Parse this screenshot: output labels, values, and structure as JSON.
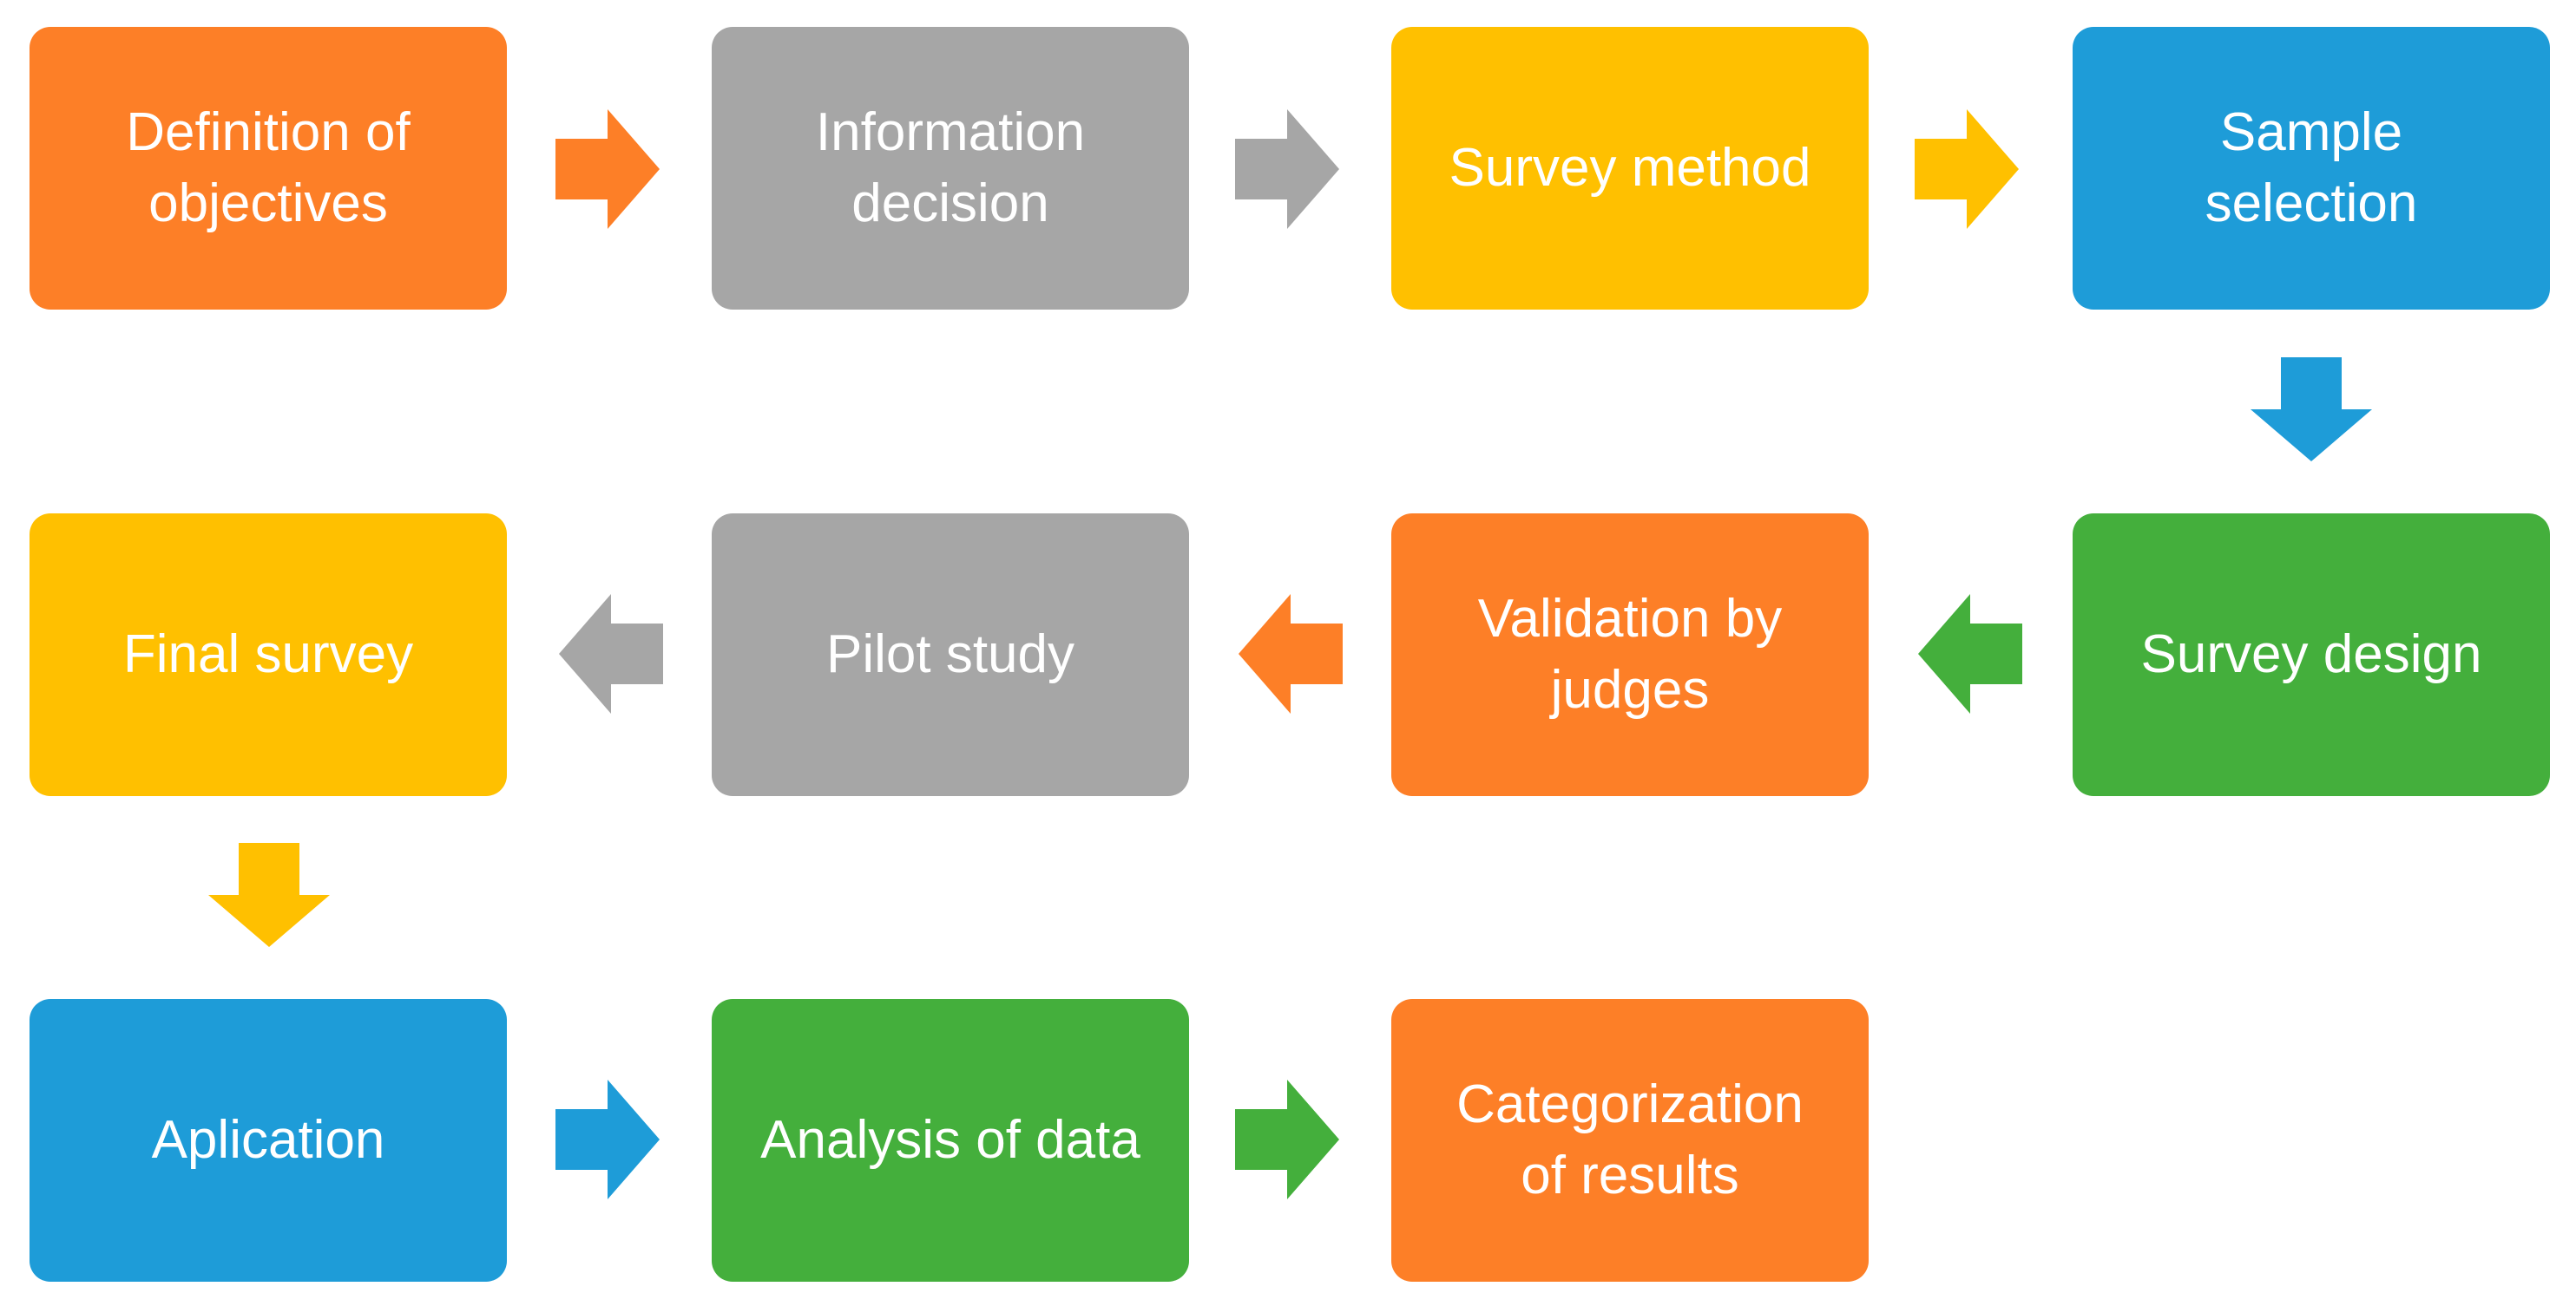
{
  "colors": {
    "orange": "#FD7F27",
    "gray": "#A6A6A6",
    "yellow": "#FFC000",
    "blue": "#1E9CD8",
    "green": "#44AF3C"
  },
  "steps": [
    {
      "label": "Definition of\nobjectives",
      "color": "orange"
    },
    {
      "label": "Information\ndecision",
      "color": "gray"
    },
    {
      "label": "Survey method",
      "color": "yellow"
    },
    {
      "label": "Sample\nselection",
      "color": "blue"
    },
    {
      "label": "Survey design",
      "color": "green"
    },
    {
      "label": "Validation by\njudges",
      "color": "orange"
    },
    {
      "label": "Pilot study",
      "color": "gray"
    },
    {
      "label": "Final survey",
      "color": "yellow"
    },
    {
      "label": "Aplication",
      "color": "blue"
    },
    {
      "label": "Analysis of data",
      "color": "green"
    },
    {
      "label": "Categorization\nof results",
      "color": "orange"
    }
  ],
  "connectors": [
    {
      "from": 1,
      "to": 2,
      "direction": "right",
      "color": "orange"
    },
    {
      "from": 2,
      "to": 3,
      "direction": "right",
      "color": "gray"
    },
    {
      "from": 3,
      "to": 4,
      "direction": "right",
      "color": "yellow"
    },
    {
      "from": 4,
      "to": 5,
      "direction": "down",
      "color": "blue"
    },
    {
      "from": 5,
      "to": 6,
      "direction": "left",
      "color": "green"
    },
    {
      "from": 6,
      "to": 7,
      "direction": "left",
      "color": "orange"
    },
    {
      "from": 7,
      "to": 8,
      "direction": "left",
      "color": "gray"
    },
    {
      "from": 8,
      "to": 9,
      "direction": "down",
      "color": "yellow"
    },
    {
      "from": 9,
      "to": 10,
      "direction": "right",
      "color": "blue"
    },
    {
      "from": 10,
      "to": 11,
      "direction": "right",
      "color": "green"
    }
  ]
}
